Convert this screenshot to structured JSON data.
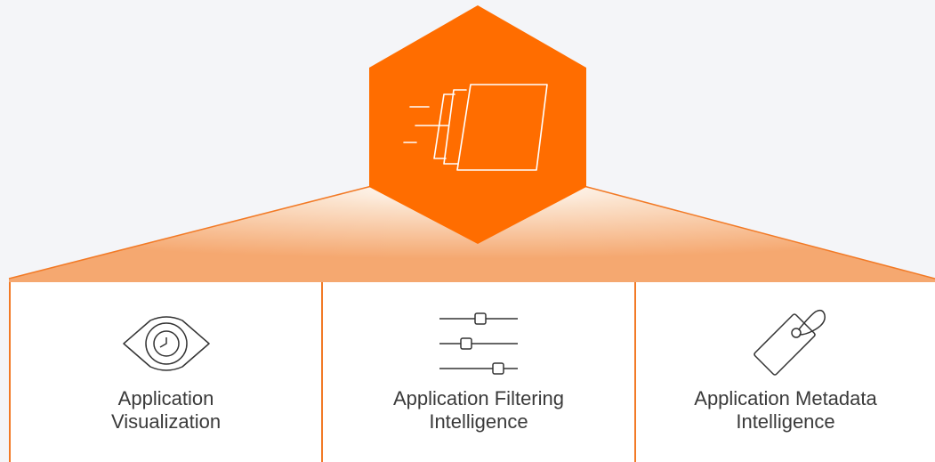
{
  "colors": {
    "accent": "#ff6d00",
    "line": "#f27a26",
    "background": "#f4f5f8",
    "panel": "#ffffff",
    "text": "#3a3a3a",
    "icon": "#333333"
  },
  "hub": {
    "icon": "stacked-pages-motion-icon"
  },
  "panels": [
    {
      "icon": "eye-icon",
      "label_line1": "Application",
      "label_line2": "Visualization"
    },
    {
      "icon": "sliders-icon",
      "label_line1": "Application Filtering",
      "label_line2": "Intelligence"
    },
    {
      "icon": "tag-icon",
      "label_line1": "Application Metadata",
      "label_line2": "Intelligence"
    }
  ]
}
